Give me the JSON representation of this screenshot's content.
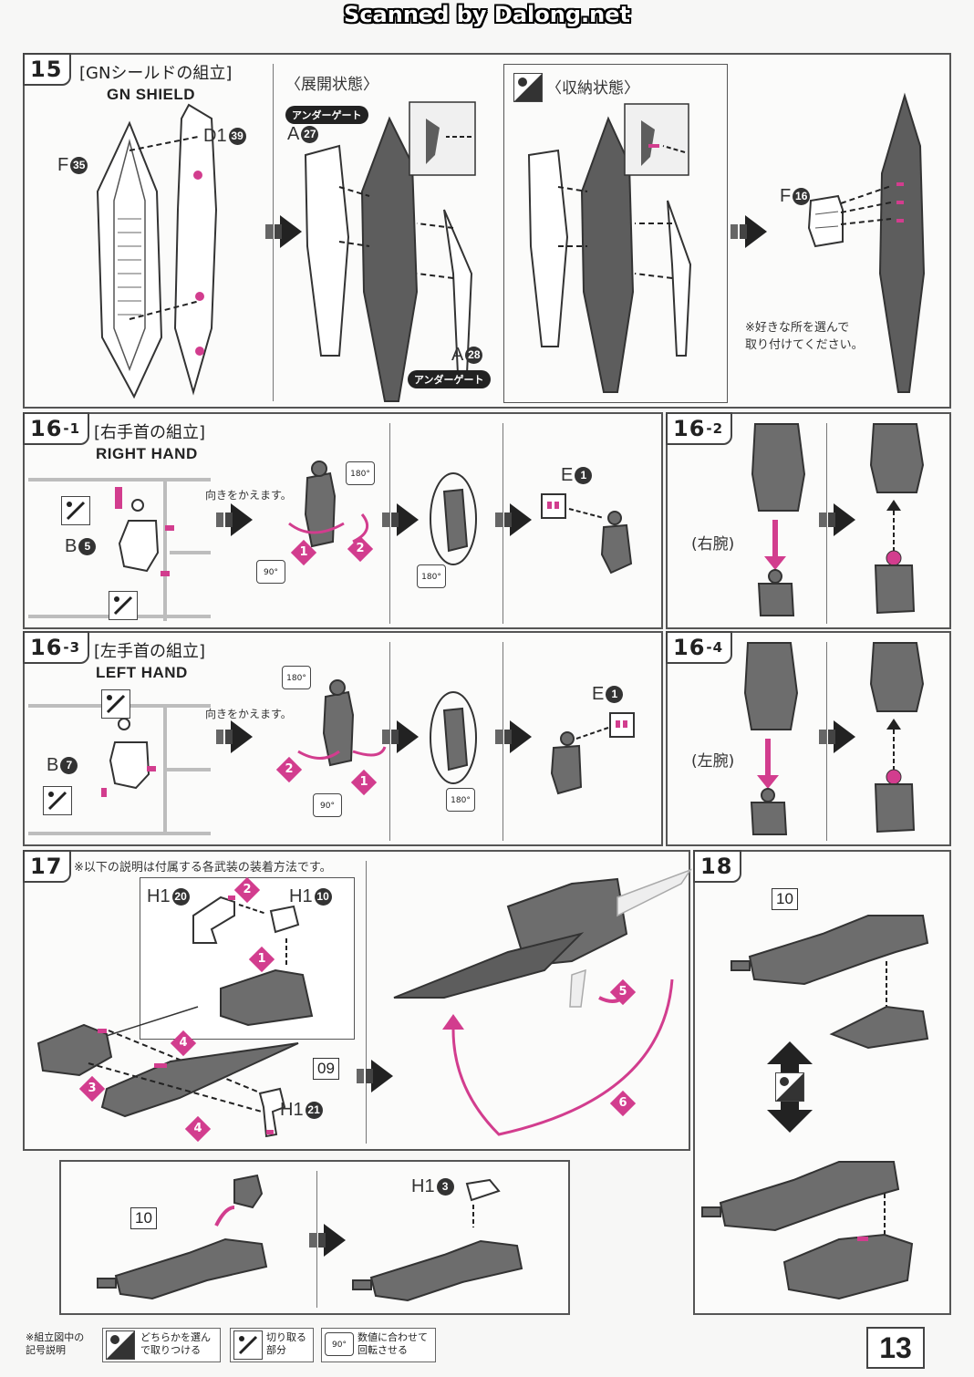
{
  "banner": "Scanned by Dalong.net",
  "page_number": "13",
  "step15": {
    "num": "15",
    "title_jp": "[GNシールドの組立]",
    "title_en": "GN SHIELD",
    "expanded_label": "〈展開状態〉",
    "stowed_label": "〈収納状態〉",
    "under_gate": "アンダーゲート",
    "parts": {
      "f35": "F",
      "f35_n": "35",
      "d139": "D1",
      "d139_n": "39",
      "a27": "A",
      "a27_n": "27",
      "a28": "A",
      "a28_n": "28",
      "f16": "F",
      "f16_n": "16"
    },
    "note": "※好きな所を選んで\n取り付けてください。"
  },
  "step16_1": {
    "num": "16",
    "sub": "-1",
    "title_jp": "[右手首の組立]",
    "title_en": "RIGHT HAND",
    "turn": "向きをかえます。",
    "b5": "B",
    "b5_n": "5",
    "e1": "E",
    "e1_n": "1"
  },
  "step16_2": {
    "num": "16",
    "sub": "-2",
    "arm_label": "(右腕)"
  },
  "step16_3": {
    "num": "16",
    "sub": "-3",
    "title_jp": "[左手首の組立]",
    "title_en": "LEFT HAND",
    "turn": "向きをかえます。",
    "b7": "B",
    "b7_n": "7",
    "e1": "E",
    "e1_n": "1"
  },
  "step16_4": {
    "num": "16",
    "sub": "-4",
    "arm_label": "(左腕)"
  },
  "step17": {
    "num": "17",
    "note": "※以下の説明は付属する各武装の装着方法です。",
    "h120": "H1",
    "h120_n": "20",
    "h110": "H1",
    "h110_n": "10",
    "h121": "H1",
    "h121_n": "21",
    "box09": "09",
    "h13": "H1",
    "h13_n": "3",
    "box10b": "10"
  },
  "step18": {
    "num": "18",
    "box10": "10"
  },
  "rotation": {
    "r90": "90°",
    "r180": "180°"
  },
  "steps_pink": [
    "1",
    "2",
    "3",
    "4",
    "5",
    "6"
  ],
  "legend": {
    "header": "※組立図中の\n記号説明",
    "choose": "どちらかを選ん\nで取りつける",
    "cut": "切り取る\n部分",
    "rotate": "数値に合わせて\n回転させる",
    "rotate_badge": "90°"
  },
  "colors": {
    "accent": "#d23d8e",
    "part_gray": "#6d6d6d",
    "ink": "#222222"
  }
}
